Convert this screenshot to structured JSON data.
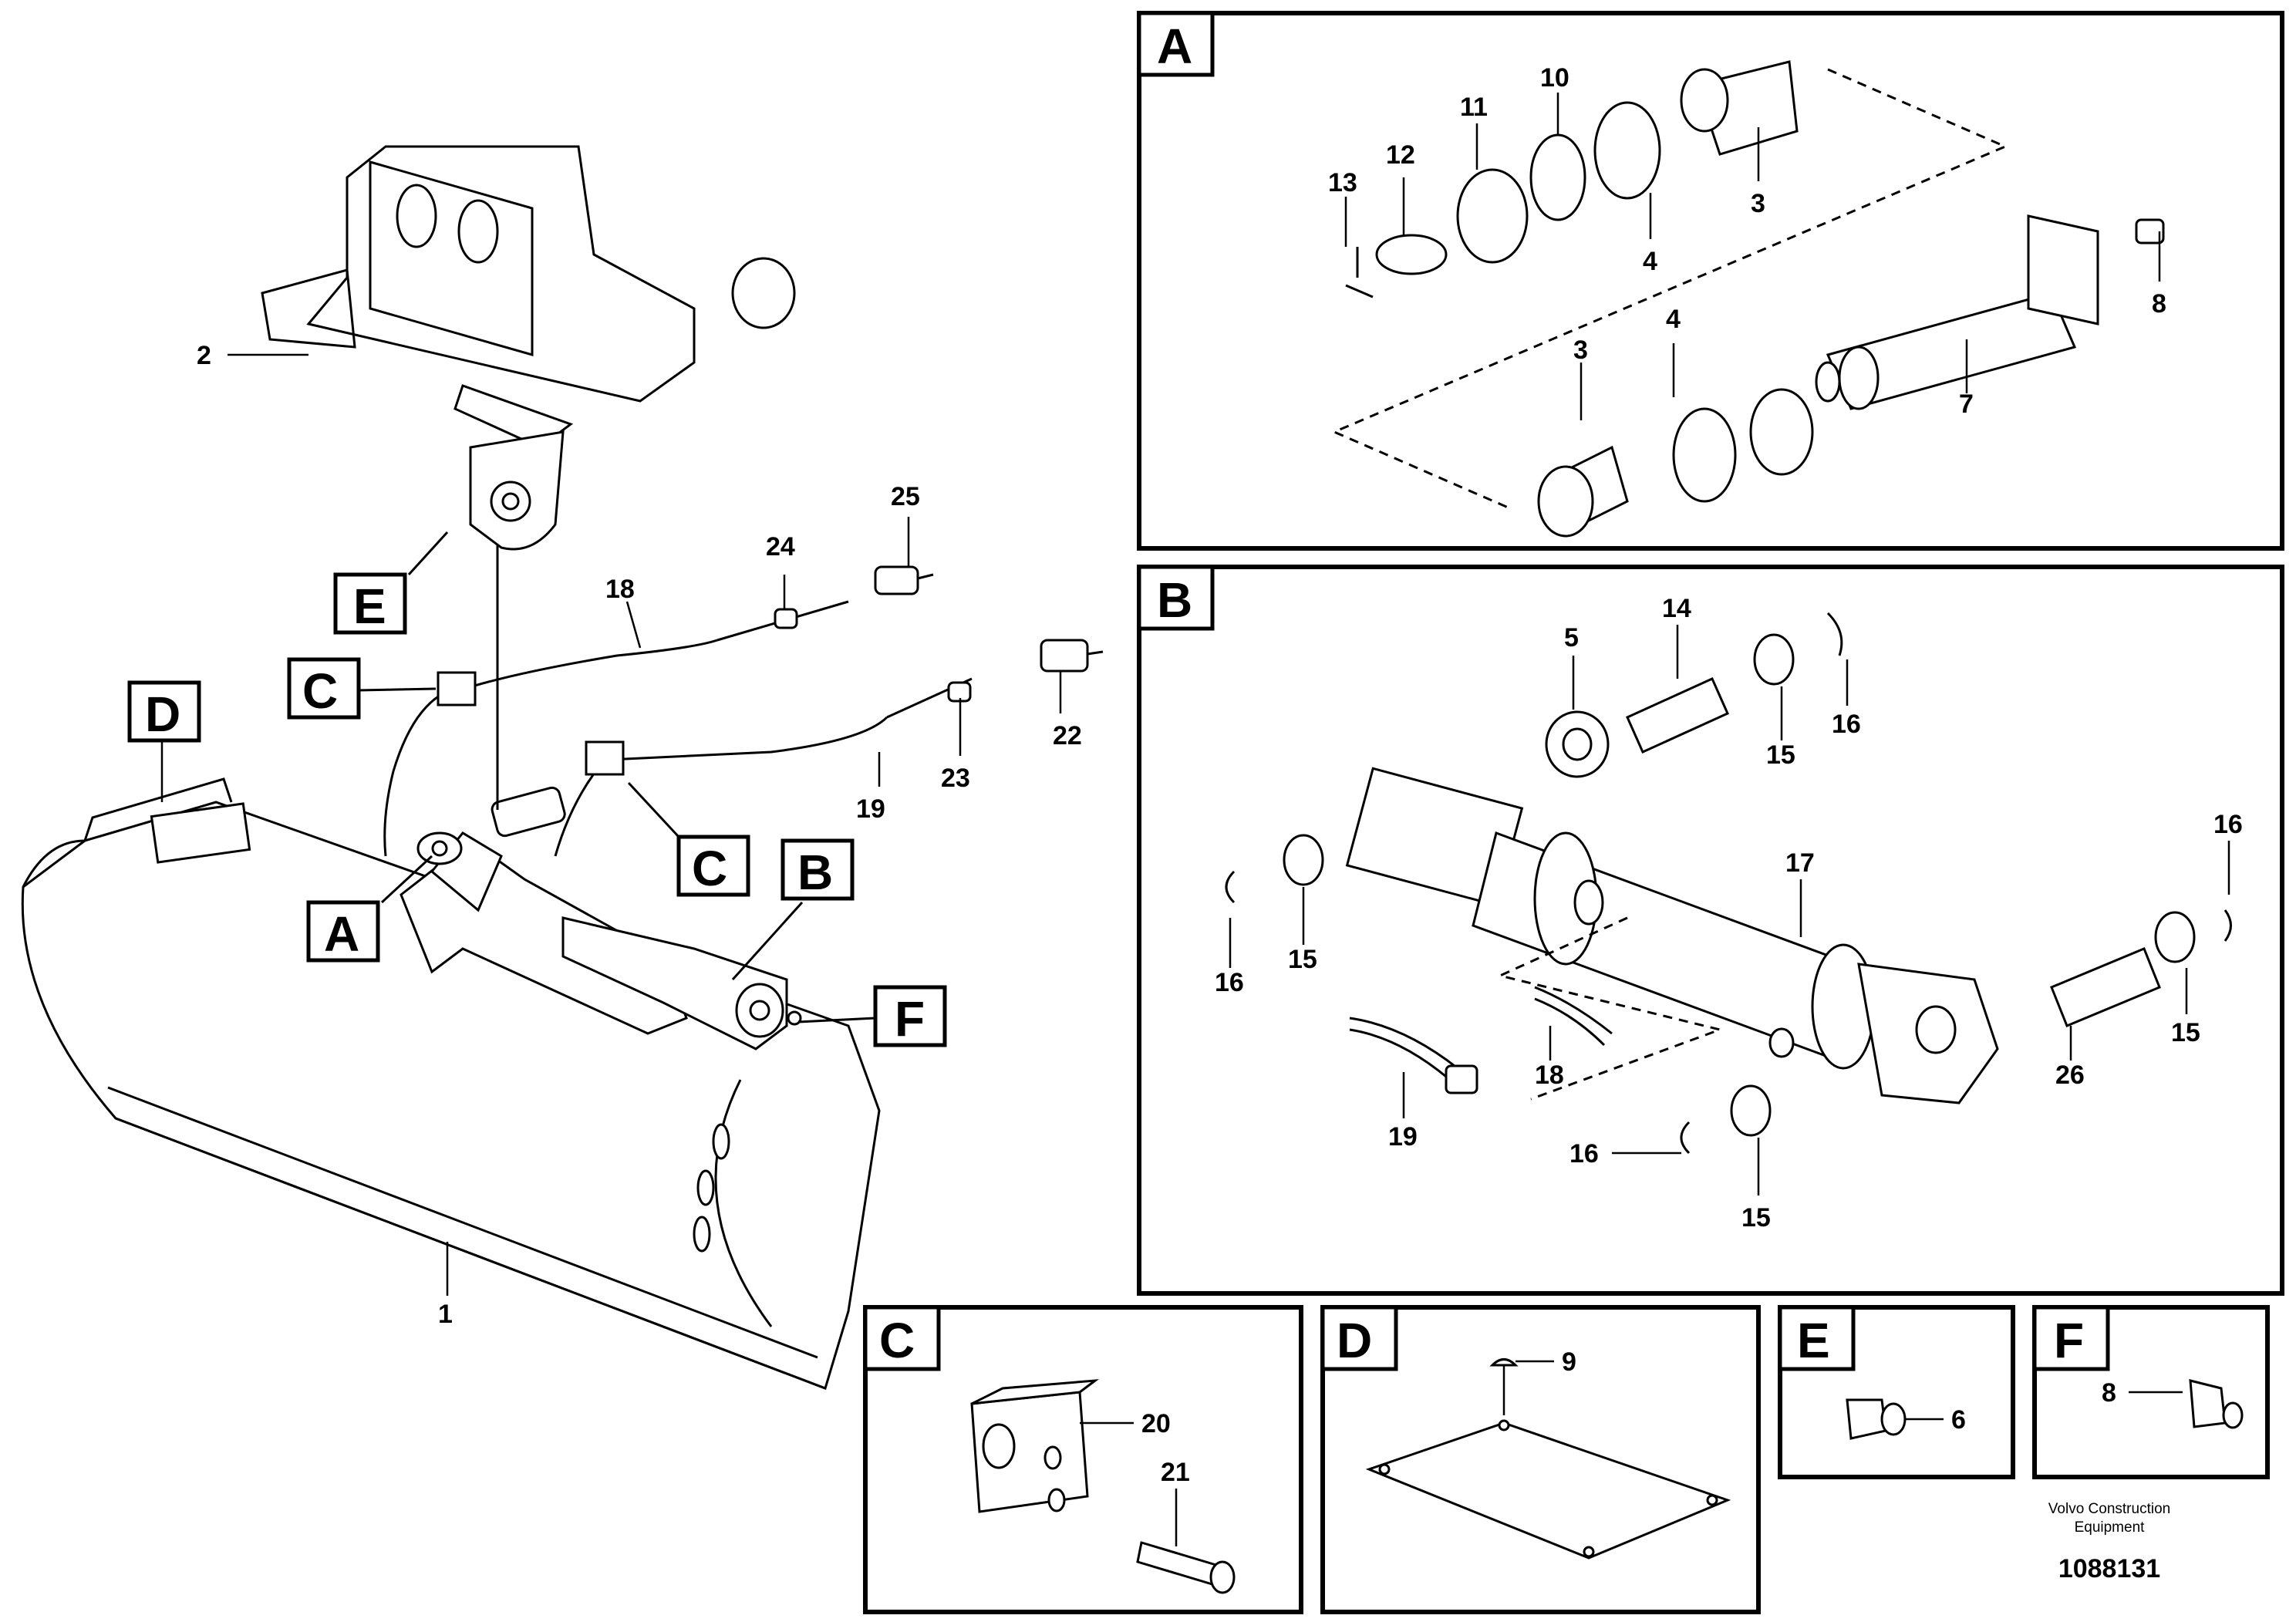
{
  "callouts": {
    "n1": "1",
    "n2": "2",
    "n3a": "3",
    "n3b": "3",
    "n4a": "4",
    "n4b": "4",
    "n5": "5",
    "n6": "6",
    "n7": "7",
    "n8a": "8",
    "n8f": "8",
    "n9": "9",
    "n10": "10",
    "n11": "11",
    "n12": "12",
    "n13": "13",
    "n14": "14",
    "n15a": "15",
    "n15b": "15",
    "n15c": "15",
    "n15d": "15",
    "n16a": "16",
    "n16b": "16",
    "n16c": "16",
    "n16d": "16",
    "n17": "17",
    "n18m": "18",
    "n18b": "18",
    "n19m": "19",
    "n19b": "19",
    "n20": "20",
    "n21": "21",
    "n22": "22",
    "n23": "23",
    "n24": "24",
    "n25": "25",
    "n26": "26"
  },
  "tags": {
    "A": "A",
    "B": "B",
    "C": "C",
    "D": "D",
    "E": "E",
    "F": "F"
  },
  "footer": {
    "brand_line1": "Volvo Construction",
    "brand_line2": "Equipment",
    "doc_number": "1088131"
  }
}
